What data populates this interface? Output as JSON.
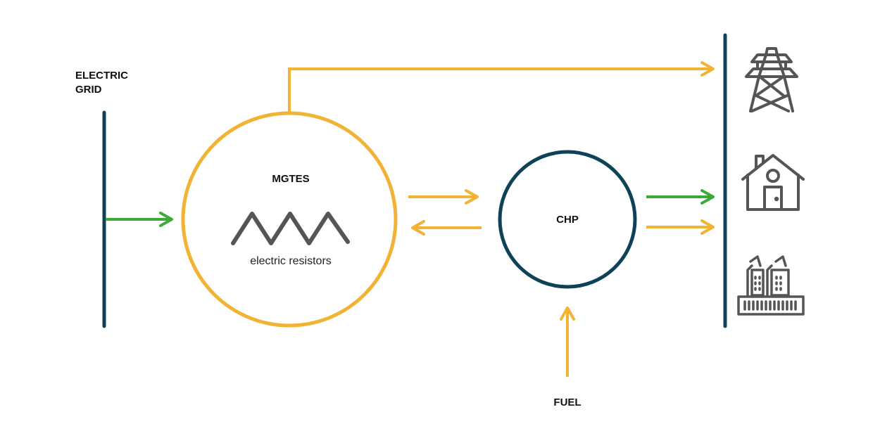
{
  "labels": {
    "grid_line1": "ELECTRIC",
    "grid_line2": "GRID",
    "mgtes": "MGTES",
    "resistors": "electric resistors",
    "chp": "CHP",
    "fuel": "FUEL"
  },
  "colors": {
    "yellow": "#F2B233",
    "navy": "#0E4259",
    "green": "#3EAA3A",
    "gray": "#555555"
  },
  "icons": [
    "power-pylon-icon",
    "house-icon",
    "factory-icon"
  ]
}
